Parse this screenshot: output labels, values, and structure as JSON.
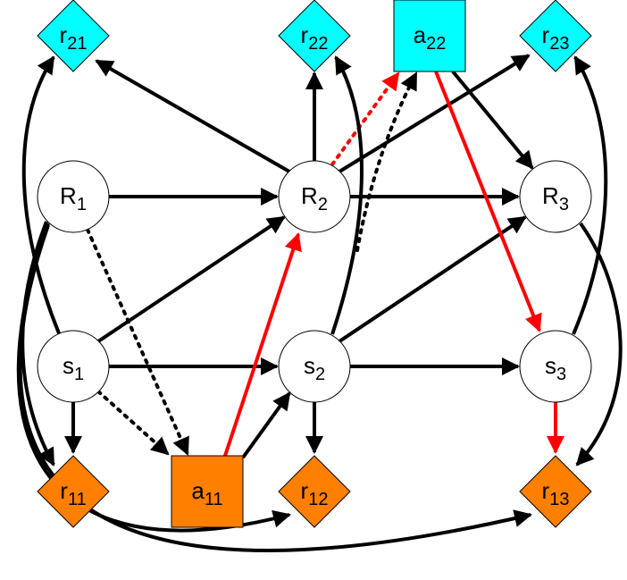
{
  "diagram": {
    "type": "dynamic-bayesian-network",
    "colors": {
      "reward_top": "#00FFFF",
      "reward_bottom": "#FF8000",
      "state_node": "#FFFFFF",
      "edge_black": "#000000",
      "edge_red": "#FF0000"
    },
    "nodes": [
      {
        "id": "r21",
        "base": "r",
        "sub": "21",
        "shape": "diamond",
        "color": "cyan"
      },
      {
        "id": "r22",
        "base": "r",
        "sub": "22",
        "shape": "diamond",
        "color": "cyan"
      },
      {
        "id": "a22",
        "base": "a",
        "sub": "22",
        "shape": "square",
        "color": "cyan"
      },
      {
        "id": "r23",
        "base": "r",
        "sub": "23",
        "shape": "diamond",
        "color": "cyan"
      },
      {
        "id": "R1",
        "base": "R",
        "sub": "1",
        "shape": "circle",
        "color": "white"
      },
      {
        "id": "R2",
        "base": "R",
        "sub": "2",
        "shape": "circle",
        "color": "white"
      },
      {
        "id": "R3",
        "base": "R",
        "sub": "3",
        "shape": "circle",
        "color": "white"
      },
      {
        "id": "s1",
        "base": "s",
        "sub": "1",
        "shape": "circle",
        "color": "white"
      },
      {
        "id": "s2",
        "base": "s",
        "sub": "2",
        "shape": "circle",
        "color": "white"
      },
      {
        "id": "s3",
        "base": "s",
        "sub": "3",
        "shape": "circle",
        "color": "white"
      },
      {
        "id": "r11",
        "base": "r",
        "sub": "11",
        "shape": "diamond",
        "color": "orange"
      },
      {
        "id": "a11",
        "base": "a",
        "sub": "11",
        "shape": "square",
        "color": "orange"
      },
      {
        "id": "r12",
        "base": "r",
        "sub": "12",
        "shape": "diamond",
        "color": "orange"
      },
      {
        "id": "r13",
        "base": "r",
        "sub": "13",
        "shape": "diamond",
        "color": "orange"
      }
    ],
    "edges": [
      {
        "from": "R1",
        "to": "R2",
        "style": "solid",
        "color": "black"
      },
      {
        "from": "R2",
        "to": "R3",
        "style": "solid",
        "color": "black"
      },
      {
        "from": "s1",
        "to": "s2",
        "style": "solid",
        "color": "black"
      },
      {
        "from": "s2",
        "to": "s3",
        "style": "solid",
        "color": "black"
      },
      {
        "from": "s1",
        "to": "R2",
        "style": "solid",
        "color": "black"
      },
      {
        "from": "s2",
        "to": "R3",
        "style": "solid",
        "color": "black"
      },
      {
        "from": "R2",
        "to": "r21",
        "style": "solid",
        "color": "black"
      },
      {
        "from": "R2",
        "to": "r22",
        "style": "solid",
        "color": "black"
      },
      {
        "from": "R2",
        "to": "r23",
        "style": "solid",
        "color": "black"
      },
      {
        "from": "R2",
        "to": "a22",
        "style": "dotted",
        "color": "red"
      },
      {
        "from": "s2",
        "to": "a22",
        "style": "dotted",
        "color": "black"
      },
      {
        "from": "a22",
        "to": "R3",
        "style": "solid",
        "color": "black"
      },
      {
        "from": "a22",
        "to": "s3",
        "style": "solid",
        "color": "red"
      },
      {
        "from": "s1",
        "to": "r21",
        "style": "solid-curved",
        "color": "black"
      },
      {
        "from": "s2",
        "to": "r22",
        "style": "solid-curved",
        "color": "black"
      },
      {
        "from": "s3",
        "to": "r23",
        "style": "solid-curved",
        "color": "black"
      },
      {
        "from": "s1",
        "to": "r11",
        "style": "solid",
        "color": "black"
      },
      {
        "from": "s2",
        "to": "r12",
        "style": "solid",
        "color": "black"
      },
      {
        "from": "s3",
        "to": "r13",
        "style": "solid",
        "color": "red"
      },
      {
        "from": "R1",
        "to": "a11",
        "style": "dotted",
        "color": "black"
      },
      {
        "from": "s1",
        "to": "a11",
        "style": "dotted",
        "color": "black"
      },
      {
        "from": "a11",
        "to": "R2",
        "style": "solid",
        "color": "red"
      },
      {
        "from": "a11",
        "to": "s2",
        "style": "solid",
        "color": "black"
      },
      {
        "from": "R1",
        "to": "r11",
        "style": "solid-curved",
        "color": "black"
      },
      {
        "from": "R1",
        "to": "r12",
        "style": "solid-curved",
        "color": "black"
      },
      {
        "from": "R1",
        "to": "r13",
        "style": "solid-curved",
        "color": "black"
      },
      {
        "from": "R3",
        "to": "r13",
        "style": "solid-curved",
        "color": "black"
      }
    ]
  }
}
